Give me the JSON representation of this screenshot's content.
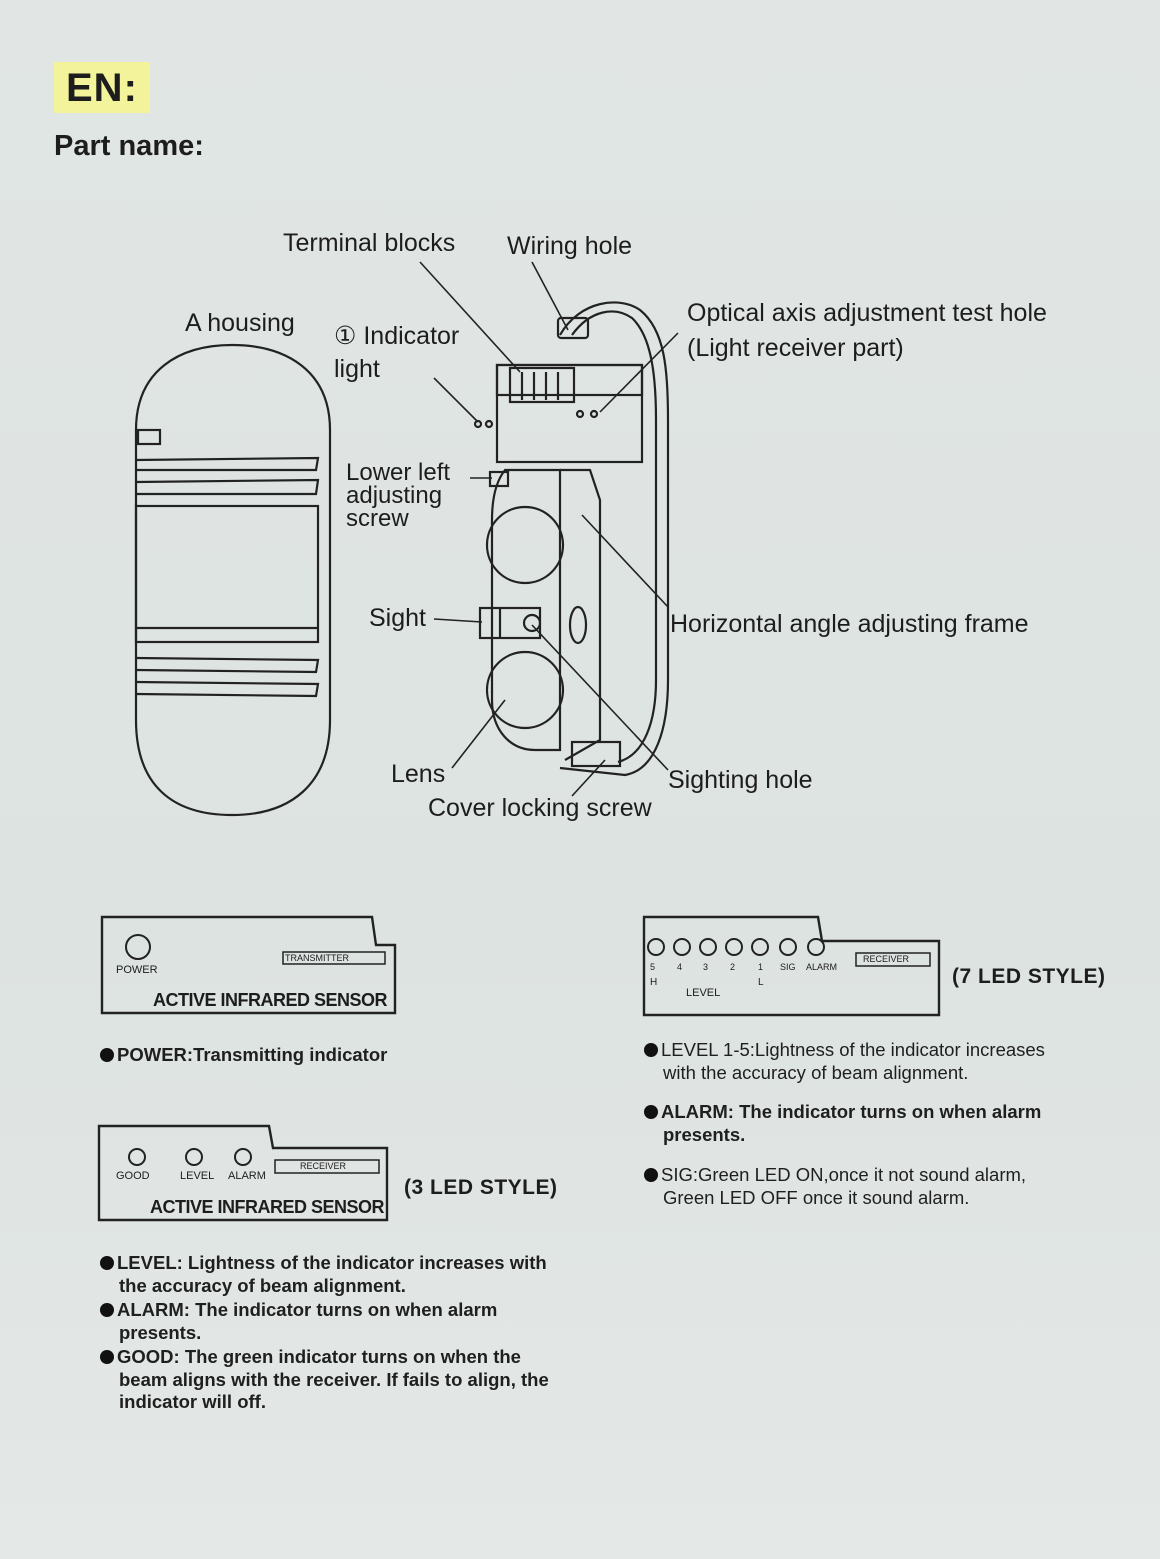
{
  "header": {
    "lang": "EN:",
    "part_name": "Part name:"
  },
  "diagram": {
    "labels": {
      "terminal_blocks": "Terminal blocks",
      "wiring_hole": "Wiring hole",
      "a_housing": "A housing",
      "indicator_light_line1": "① Indicator",
      "indicator_light_line2": "light",
      "optical_axis_line1": "Optical axis adjustment test hole",
      "optical_axis_line2": "(Light receiver part)",
      "lower_left_line1": "Lower left",
      "lower_left_line2": "adjusting",
      "lower_left_line3": "screw",
      "sight": "Sight",
      "horizontal_frame": "Horizontal angle adjusting frame",
      "lens": "Lens",
      "sighting_hole": "Sighting hole",
      "cover_locking_screw": "Cover locking screw"
    }
  },
  "transmitter_panel": {
    "power": "POWER",
    "badge": "TRANSMITTER",
    "title": "ACTIVE INFRARED SENSOR",
    "note_label": "POWER:",
    "note_text": "Transmitting indicator"
  },
  "receiver_3led": {
    "leds": [
      "GOOD",
      "LEVEL",
      "ALARM"
    ],
    "badge": "RECEIVER",
    "title": "ACTIVE INFRARED SENSOR",
    "style": "(3 LED STYLE)",
    "notes": [
      {
        "label": "LEVEL:",
        "line1": " Lightness of the indicator increases with",
        "line2": "the accuracy of beam alignment."
      },
      {
        "label": "ALARM:",
        "line1": " The indicator turns on when alarm",
        "line2": "presents."
      },
      {
        "label": "GOOD:",
        "line1": " The green indicator turns on when the",
        "line2": "beam aligns with the receiver. If fails to align, the",
        "line3": "indicator will off."
      }
    ]
  },
  "receiver_7led": {
    "led_labels": [
      "5",
      "4",
      "3",
      "2",
      "1",
      "SIG",
      "ALARM"
    ],
    "h": "H",
    "l": "L",
    "level": "LEVEL",
    "badge": "RECEIVER",
    "style": "(7 LED STYLE)",
    "notes": [
      {
        "line1": "LEVEL 1-5:Lightness of the indicator increases",
        "line2": "with the accuracy of beam alignment."
      },
      {
        "line1": "ALARM: The indicator turns on when alarm",
        "line2": "presents."
      },
      {
        "line1": "SIG:Green LED ON,once it not sound  alarm,",
        "line2": "Green LED OFF once it sound alarm."
      }
    ]
  }
}
